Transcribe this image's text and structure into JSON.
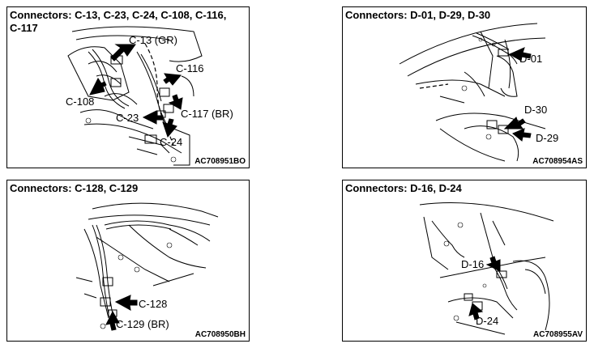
{
  "panels": [
    {
      "title": "Connectors: C-13, C-23, C-24, C-108, C-116, C-117",
      "title_line1": "Connectors: C-13, C-23, C-24, C-108, C-116,",
      "title_line2": "C-117",
      "code": "AC708951BO",
      "labels": [
        "C-13 (GR)",
        "C-116",
        "C-108",
        "C-23",
        "C-117 (BR)",
        "C-24"
      ]
    },
    {
      "title": "Connectors: D-01, D-29, D-30",
      "code": "AC708954AS",
      "labels": [
        "D-01",
        "D-30",
        "D-29"
      ]
    },
    {
      "title": "Connectors: C-128, C-129",
      "code": "AC708950BH",
      "labels": [
        "C-128",
        "C-129 (BR)"
      ]
    },
    {
      "title": "Connectors: D-16, D-24",
      "code": "AC708955AV",
      "labels": [
        "D-16",
        "D-24"
      ]
    }
  ]
}
